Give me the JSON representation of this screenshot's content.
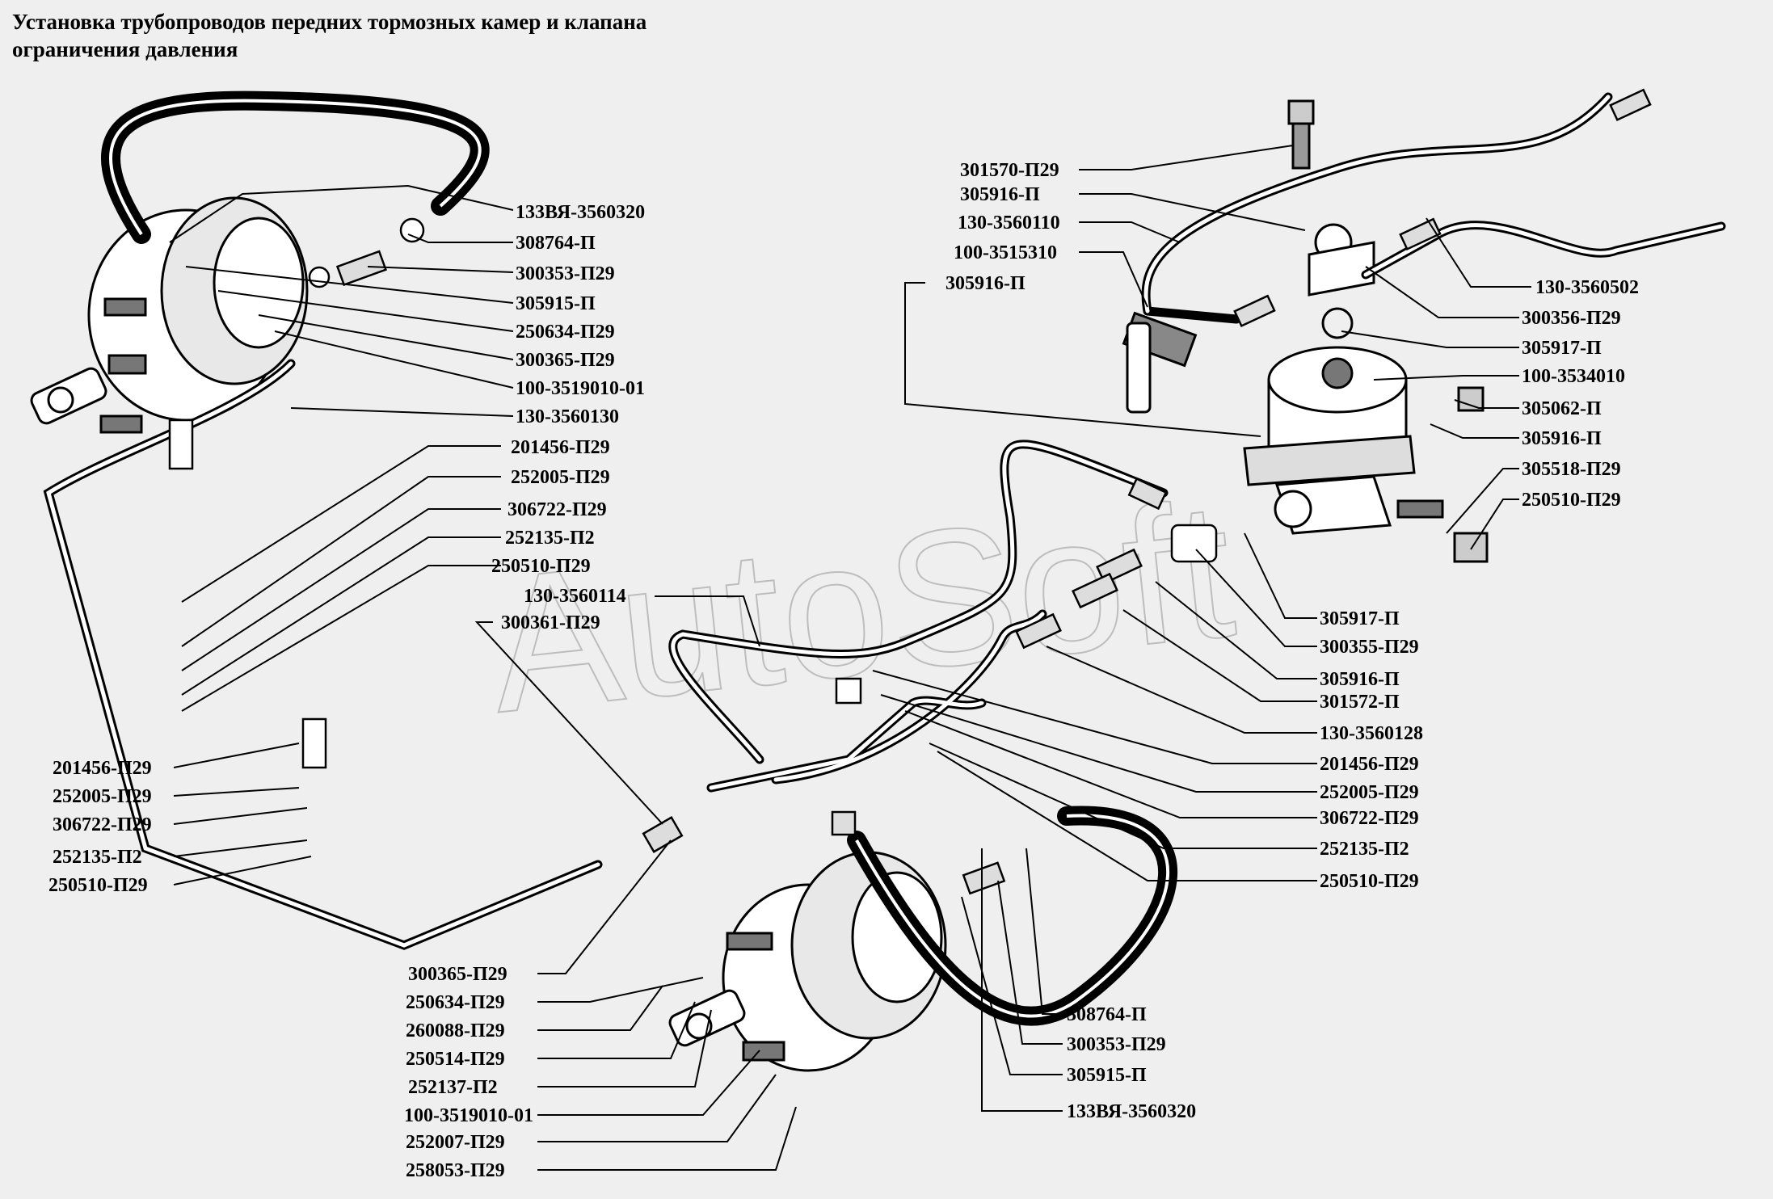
{
  "title_line1": "Установка трубопроводов передних тормозных камер и клапана",
  "title_line2": "ограничения давления",
  "watermark": "AutoSoft",
  "labels": {
    "l_133vya_top": "133ВЯ-3560320",
    "l_308764_top": "308764-П",
    "l_300353_top": "300353-П29",
    "l_305915_top": "305915-П",
    "l_250634_top": "250634-П29",
    "l_300365_top": "300365-П29",
    "l_100_3519010_top": "100-3519010-01",
    "l_130_3560130": "130-3560130",
    "l_201456_mid": "201456-П29",
    "l_252005_mid": "252005-П29",
    "l_306722_mid": "306722-П29",
    "l_252135_mid": "252135-П2",
    "l_250510_mid": "250510-П29",
    "l_130_3560114": "130-3560114",
    "l_300361": "300361-П29",
    "l_201456_left": "201456-П29",
    "l_252005_left": "252005-П29",
    "l_306722_left": "306722-П29",
    "l_252135_left": "252135-П2",
    "l_250510_left": "250510-П29",
    "l_300365_bot": "300365-П29",
    "l_250634_bot": "250634-П29",
    "l_260088": "260088-П29",
    "l_250514": "250514-П29",
    "l_252137": "252137-П2",
    "l_100_3519010_bot": "100-3519010-01",
    "l_252007": "252007-П29",
    "l_258053": "258053-П29",
    "l_301570": "301570-П29",
    "l_305916_a": "305916-П",
    "l_130_3560110": "130-3560110",
    "l_100_3515310": "100-3515310",
    "l_305916_b": "305916-П",
    "l_130_3560502": "130-3560502",
    "l_300356": "300356-П29",
    "l_305917_r": "305917-П",
    "l_100_3534010": "100-3534010",
    "l_305062": "305062-П",
    "l_305916_r": "305916-П",
    "l_305518": "305518-П29",
    "l_250510_r": "250510-П29",
    "l_305917_c": "305917-П",
    "l_300355": "300355-П29",
    "l_305916_c": "305916-П",
    "l_301572": "301572-П",
    "l_130_3560128": "130-3560128",
    "l_201456_c": "201456-П29",
    "l_252005_c": "252005-П29",
    "l_306722_c": "306722-П29",
    "l_252135_c": "252135-П2",
    "l_250510_c": "250510-П29",
    "l_308764_bot": "308764-П",
    "l_300353_bot": "300353-П29",
    "l_305915_bot": "305915-П",
    "l_133vya_bot": "133ВЯ-3560320"
  }
}
